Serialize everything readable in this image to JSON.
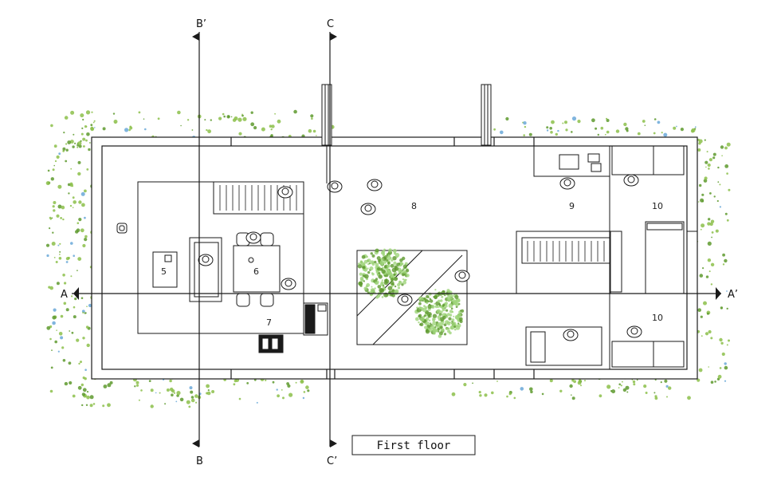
{
  "caption": "First floor",
  "sections": {
    "a": "A",
    "a_prime": "A’",
    "b": "B",
    "b_prime": "B’",
    "c": "C",
    "c_prime": "C’"
  },
  "rooms": {
    "r5": "5",
    "r6": "6",
    "r7": "7",
    "r8": "8",
    "r9": "9",
    "r10_upper": "10",
    "r10_lower": "10"
  },
  "colors": {
    "line": "#1a1a1a",
    "wall_fill": "#ffffff",
    "foliage": "#8cbf4a",
    "foliage_dark": "#5e9a2e",
    "tree": "#9fd47a",
    "accent_blue": "#6aa8d8"
  }
}
